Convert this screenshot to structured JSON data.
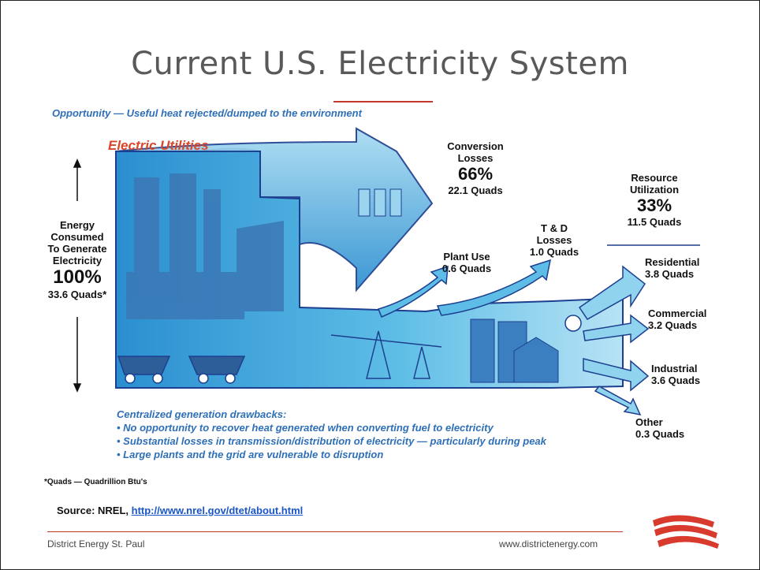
{
  "slide": {
    "title": "Current U.S. Electricity System",
    "footer_left": "District Energy St. Paul",
    "footer_right": "www.districtenergy.com",
    "source_label": "Source: NREL, ",
    "source_link": "http://www.nrel.gov/dtet/about.html"
  },
  "diagram": {
    "opportunity": "Opportunity — Useful heat rejected/dumped to the environment",
    "utilities": "Electric Utilities",
    "input": {
      "label_1": "Energy",
      "label_2": "Consumed",
      "label_3": "To Generate",
      "label_4": "Electricity",
      "percent": "100%",
      "quads": "33.6 Quads*"
    },
    "conversion": {
      "label_1": "Conversion",
      "label_2": "Losses",
      "percent": "66%",
      "quads": "22.1 Quads"
    },
    "plant_use": {
      "label": "Plant Use",
      "quads": "0.6 Quads"
    },
    "td": {
      "label_1": "T & D",
      "label_2": "Losses",
      "quads": "1.0 Quads"
    },
    "resource": {
      "label_1": "Resource",
      "label_2": "Utilization",
      "percent": "33%",
      "quads": "11.5 Quads"
    },
    "residential": {
      "label": "Residential",
      "quads": "3.8 Quads"
    },
    "commercial": {
      "label": "Commercial",
      "quads": "3.2 Quads"
    },
    "industrial": {
      "label": "Industrial",
      "quads": "3.6 Quads"
    },
    "other": {
      "label": "Other",
      "quads": "0.3 Quads"
    },
    "drawbacks": {
      "heading": "Centralized generation drawbacks:",
      "items": [
        "• No opportunity to recover heat generated when converting fuel to electricity",
        "• Substantial losses in transmission/distribution of electricity — particularly during peak",
        "• Large plants and the grid are vulnerable to disruption"
      ]
    },
    "quads_note": "*Quads — Quadrillion Btu's"
  },
  "colors": {
    "flow_main": "#6fc6e8",
    "flow_dark": "#2d7fc0",
    "accent_red": "#c0392b",
    "outline": "#1d3f8f"
  }
}
